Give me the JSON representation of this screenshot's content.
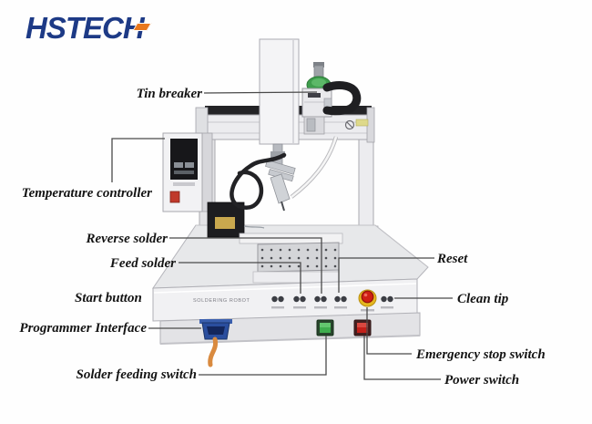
{
  "logo": {
    "text": "HSTECH",
    "color": "#1d3a86",
    "accent_color": "#e8781e"
  },
  "machine": {
    "panel_text": "SOLDERING ROBOT",
    "colors": {
      "body": "#efeff1",
      "edge": "#a9a9af",
      "drag_chain": "#1f1f22",
      "feeder_ring_green": "#3f9e4d",
      "estop_red": "#cf1f14",
      "estop_yellow": "#e5b71f",
      "power_switch_red": "#c3201a",
      "feeding_switch_green": "#3fae4e",
      "connector_blue": "#2a4e9e",
      "cable_orange": "#d98a3f"
    }
  },
  "callouts": {
    "tin_breaker": "Tin breaker",
    "temperature_controller": "Temperature controller",
    "reverse_solder": "Reverse solder",
    "feed_solder": "Feed solder",
    "start_button": "Start button",
    "programmer_interface": "Programmer Interface",
    "solder_feeding_switch": "Solder feeding switch",
    "reset": "Reset",
    "clean_tip": "Clean tip",
    "emergency_stop_switch": "Emergency stop switch",
    "power_switch": "Power switch"
  }
}
